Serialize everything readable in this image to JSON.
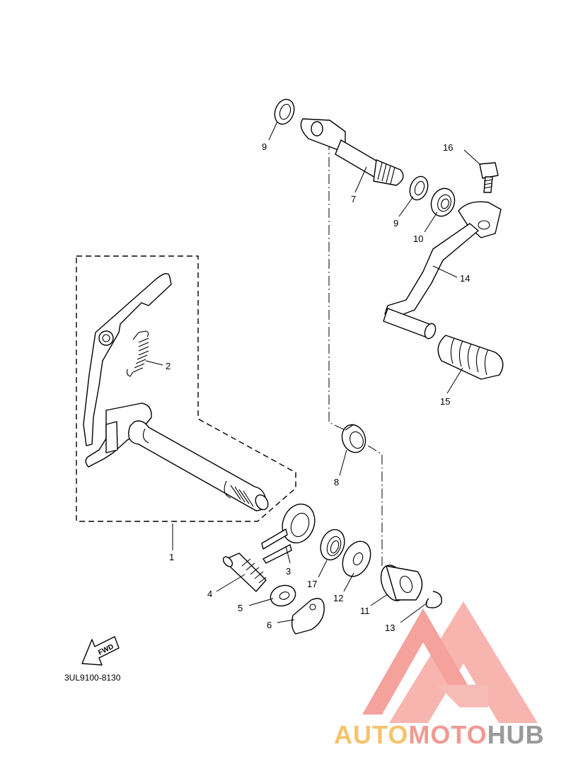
{
  "diagram": {
    "drawing_code": "3UL9100-8130",
    "direction_label": "FWD",
    "callouts": {
      "p1": "1",
      "p2": "2",
      "p3": "3",
      "p4": "4",
      "p5": "5",
      "p6": "6",
      "p7": "7",
      "p8": "8",
      "p9a": "9",
      "p9b": "9",
      "p10": "10",
      "p11": "11",
      "p12": "12",
      "p13": "13",
      "p14": "14",
      "p15": "15",
      "p16": "16",
      "p17": "17"
    }
  },
  "watermark": {
    "part1": "AUTO",
    "part2": "MOTO",
    "part3": "HUB",
    "colors": {
      "auto": "#f6c36c",
      "moto": "#f29a94",
      "hub": "#9a9a9a",
      "triangle": "#f07f78"
    }
  }
}
